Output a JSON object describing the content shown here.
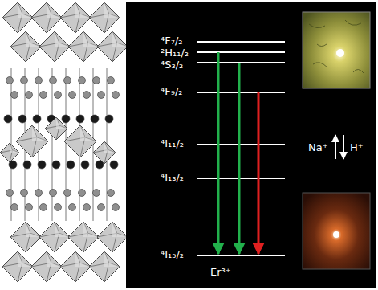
{
  "diagram": {
    "labels": [
      "⁴F₇/₂",
      "²H₁₁/₂",
      "⁴S₃/₂",
      "⁴F₉/₂",
      "⁴I₁₁/₂",
      "⁴I₁₃/₂",
      "⁴I₁₅/₂",
      "Er³⁺",
      "Na⁺",
      "H⁺"
    ]
  }
}
